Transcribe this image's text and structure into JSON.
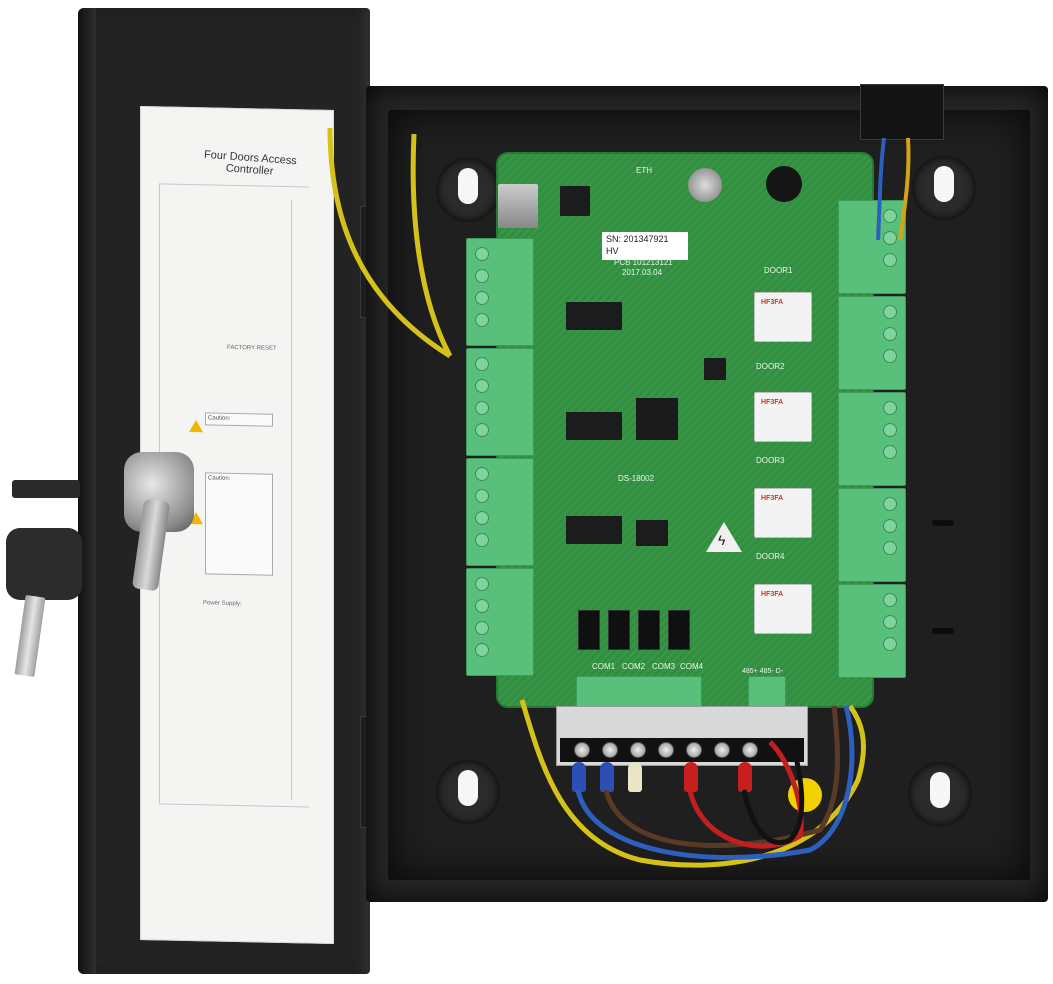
{
  "door_label": {
    "title": "Four Doors Access Controller",
    "caution_1_heading": "Caution:",
    "caution_2_heading": "Caution:",
    "power_supply": "Power Supply:",
    "factory_reset": "FACTORY RESET"
  },
  "pcb": {
    "sn_line1": "SN: 201347921",
    "sn_line2": "HV",
    "pcb_code": "PCB 101213121",
    "date": "2017.03.04",
    "model": "DS-18002",
    "relay_label": "HF3FA",
    "eth_label": "ETH",
    "door_labels": [
      "DOOR1",
      "DOOR2",
      "DOOR3",
      "DOOR4"
    ],
    "com_labels": [
      "COM1",
      "COM2",
      "COM3",
      "COM4"
    ],
    "bottom_label": "485+ 485- D-"
  },
  "colors": {
    "enclosure": "#232323",
    "pcb": "#2f8f3e",
    "terminal": "#58c07a",
    "ground_wire": "#d4c21a",
    "wire_blue": "#2d5fbf",
    "wire_brown": "#5a3a26",
    "wire_red": "#c41f1f",
    "wire_black": "#111111"
  },
  "icons": [
    "warning-triangle-icon",
    "high-voltage-icon",
    "ground-symbol-icon",
    "key-icon",
    "lock-icon"
  ]
}
